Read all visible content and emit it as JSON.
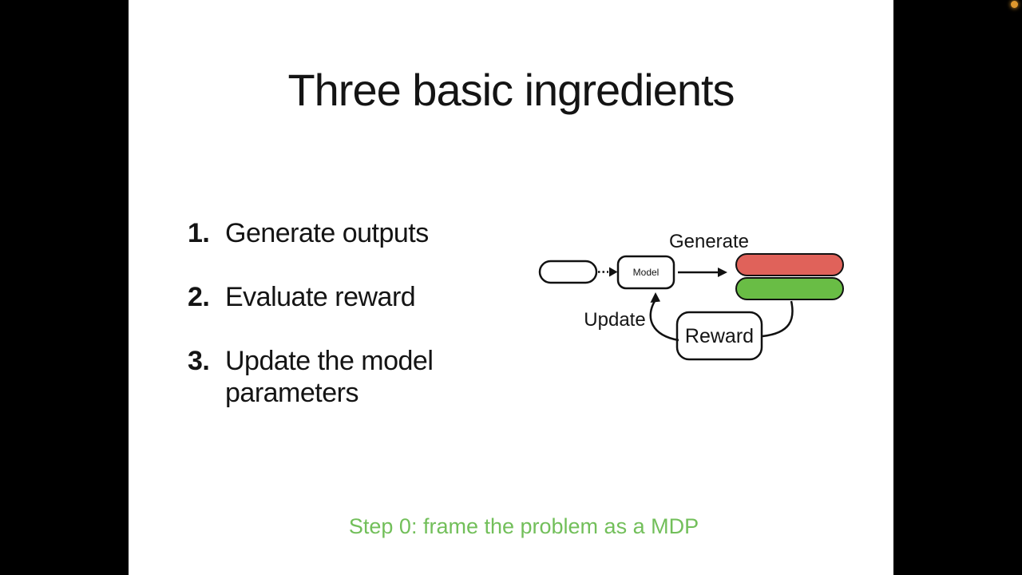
{
  "slide": {
    "title": "Three basic ingredients",
    "list": {
      "items": [
        {
          "number": "1.",
          "text": "Generate outputs"
        },
        {
          "number": "2.",
          "text": "Evaluate reward"
        },
        {
          "number": "3.",
          "text": "Update the model parameters"
        }
      ]
    },
    "diagram": {
      "generate_label": "Generate",
      "update_label": "Update",
      "model_box_label": "Model",
      "reward_box_label": "Reward",
      "colors": {
        "output_bar_red": "#e0625a",
        "output_bar_green": "#69bd45",
        "outline": "#111111"
      }
    },
    "footer": {
      "text": "Step 0: frame the problem as a MDP",
      "color": "#72bf5a"
    }
  },
  "overlay": {
    "recording_dot_color": "#e0992e"
  }
}
